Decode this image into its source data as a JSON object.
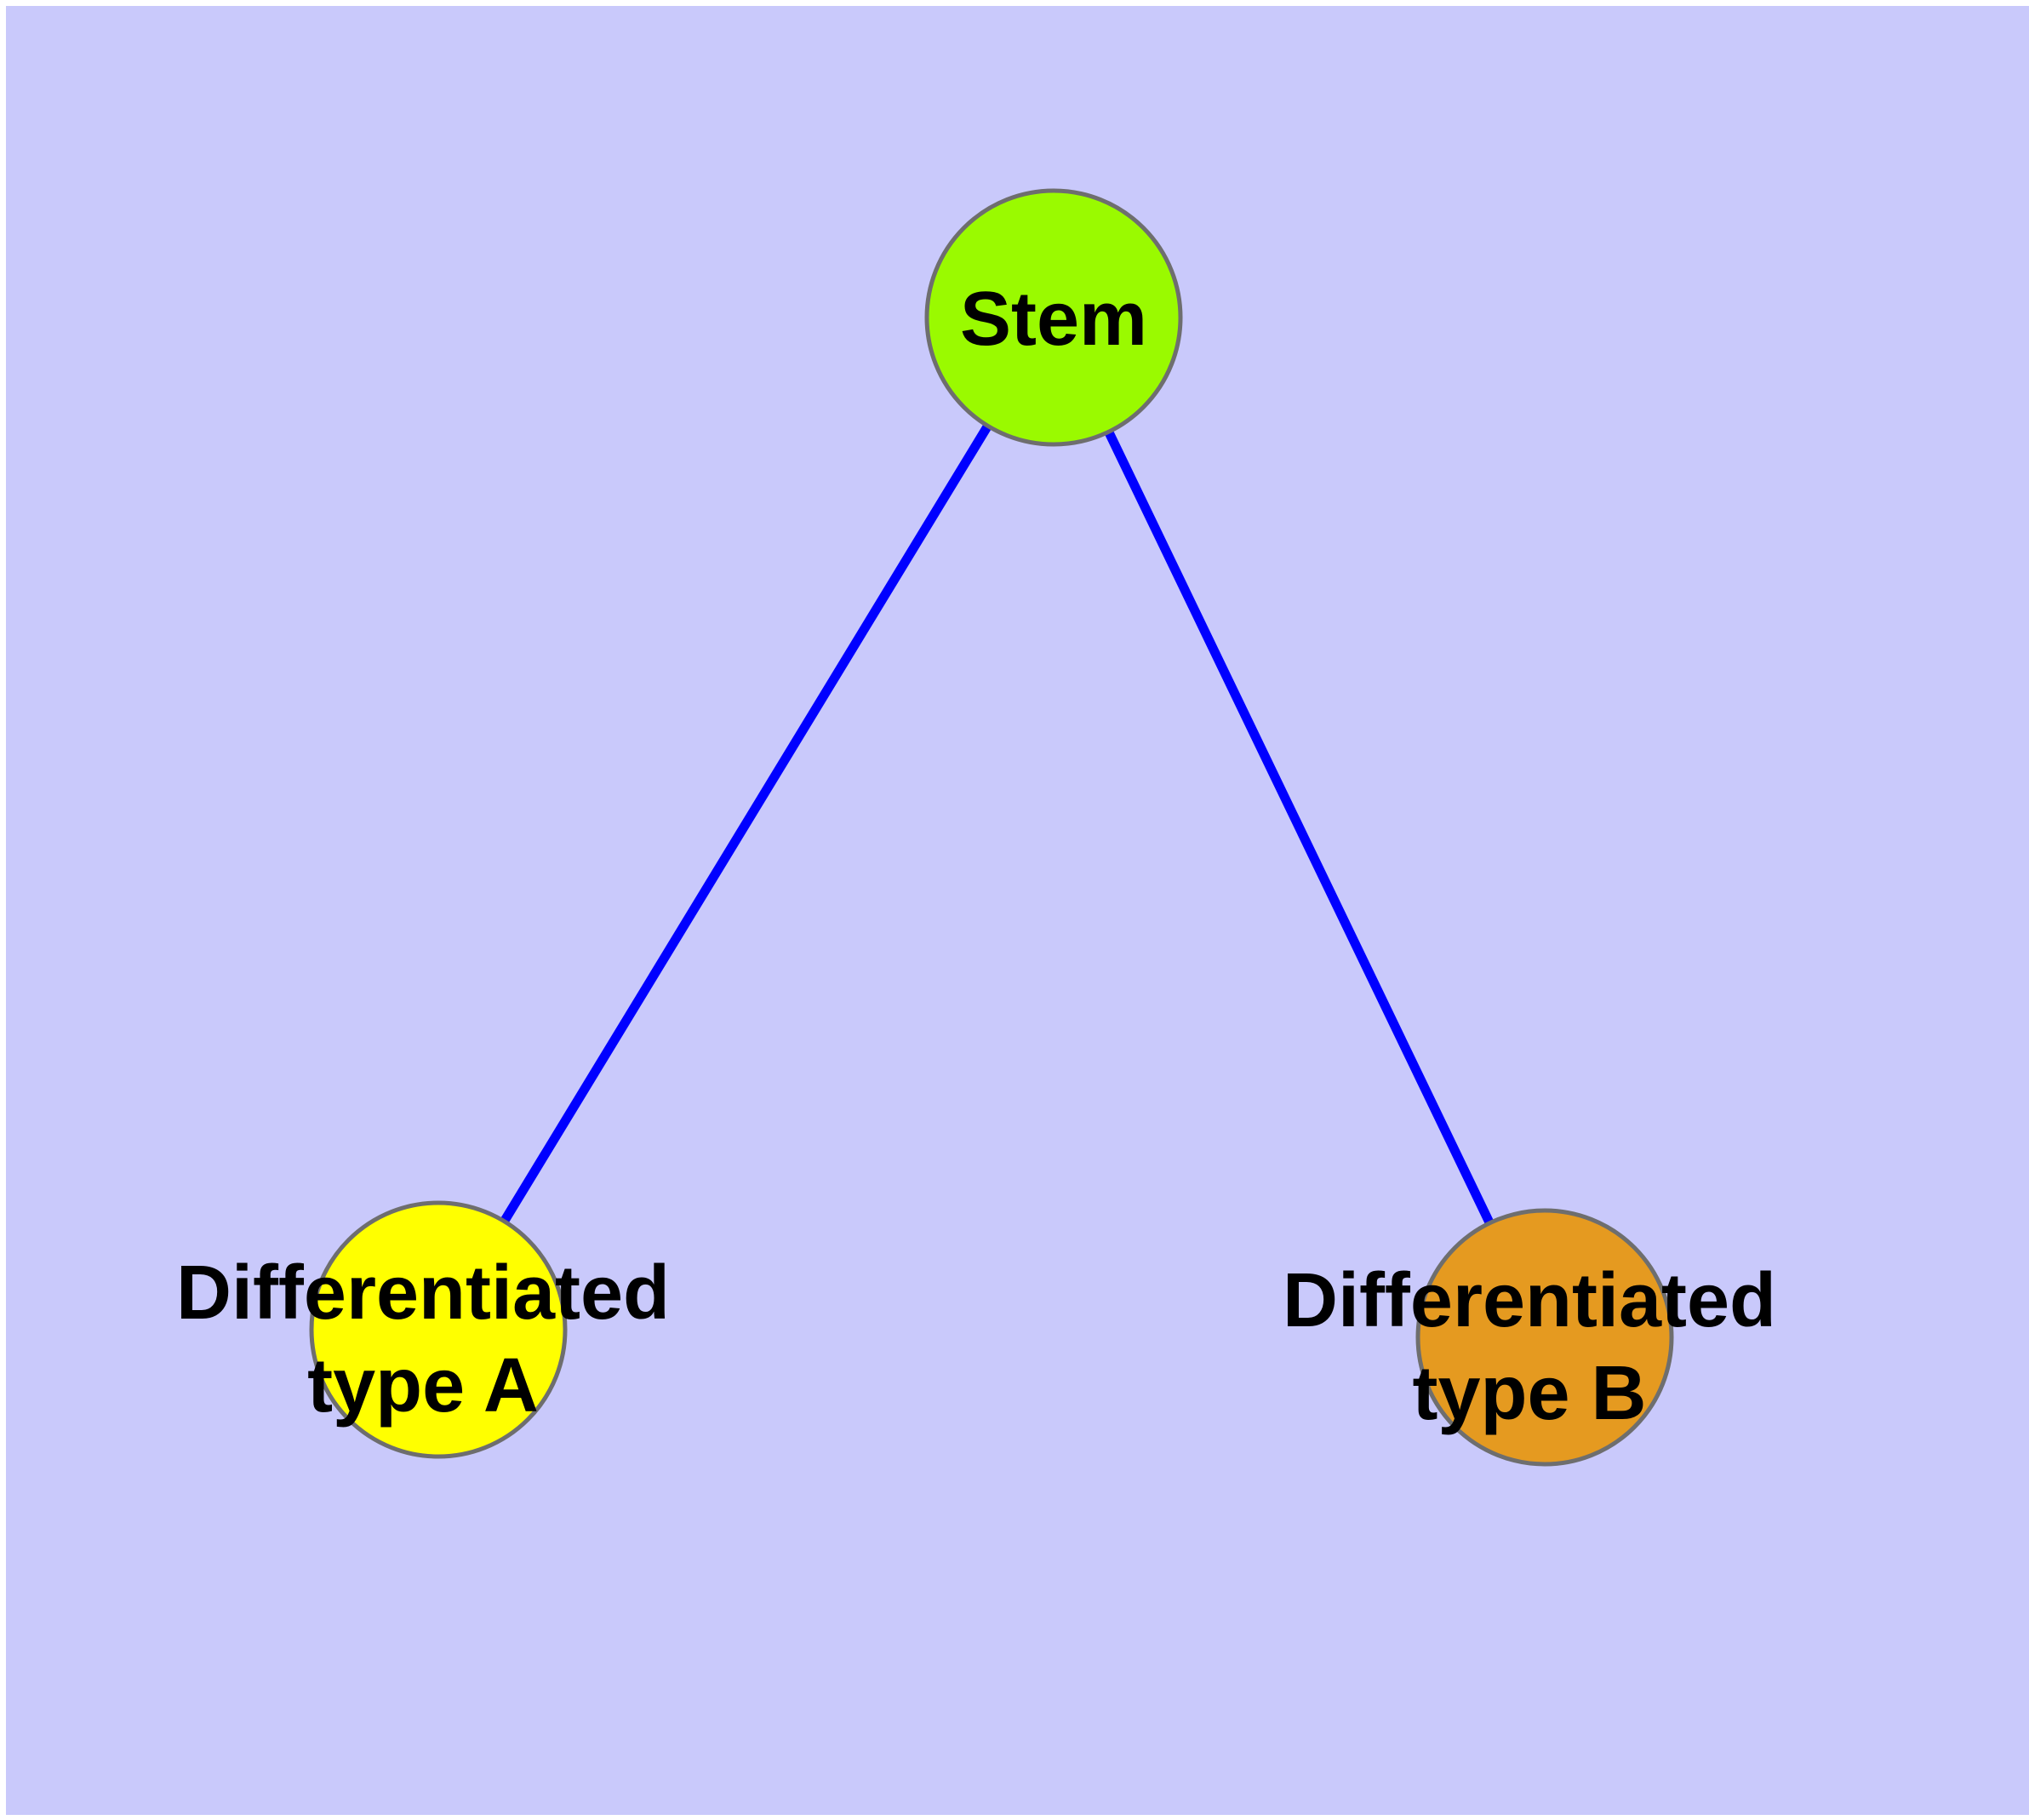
{
  "diagram": {
    "background_color": "#c9c9fb",
    "page_color": "#ffffff",
    "edge_color": "#0000ff",
    "node_stroke_color": "#6e6e6e",
    "label_color": "#000000",
    "nodes": [
      {
        "id": "stem",
        "label": "Stem",
        "lines": [
          "Stem",
          ""
        ],
        "fill": "#9afa00"
      },
      {
        "id": "differentiated-type-a",
        "label": "Differentiated type A",
        "lines": [
          "Differentiated",
          "type A"
        ],
        "fill": "#ffff00"
      },
      {
        "id": "differentiated-type-b",
        "label": "Differentiated type B",
        "lines": [
          "Differentiated",
          "type B"
        ],
        "fill": "#e59a20"
      }
    ],
    "edges": [
      {
        "from": "stem",
        "to": "differentiated-type-a"
      },
      {
        "from": "stem",
        "to": "differentiated-type-b"
      }
    ]
  }
}
